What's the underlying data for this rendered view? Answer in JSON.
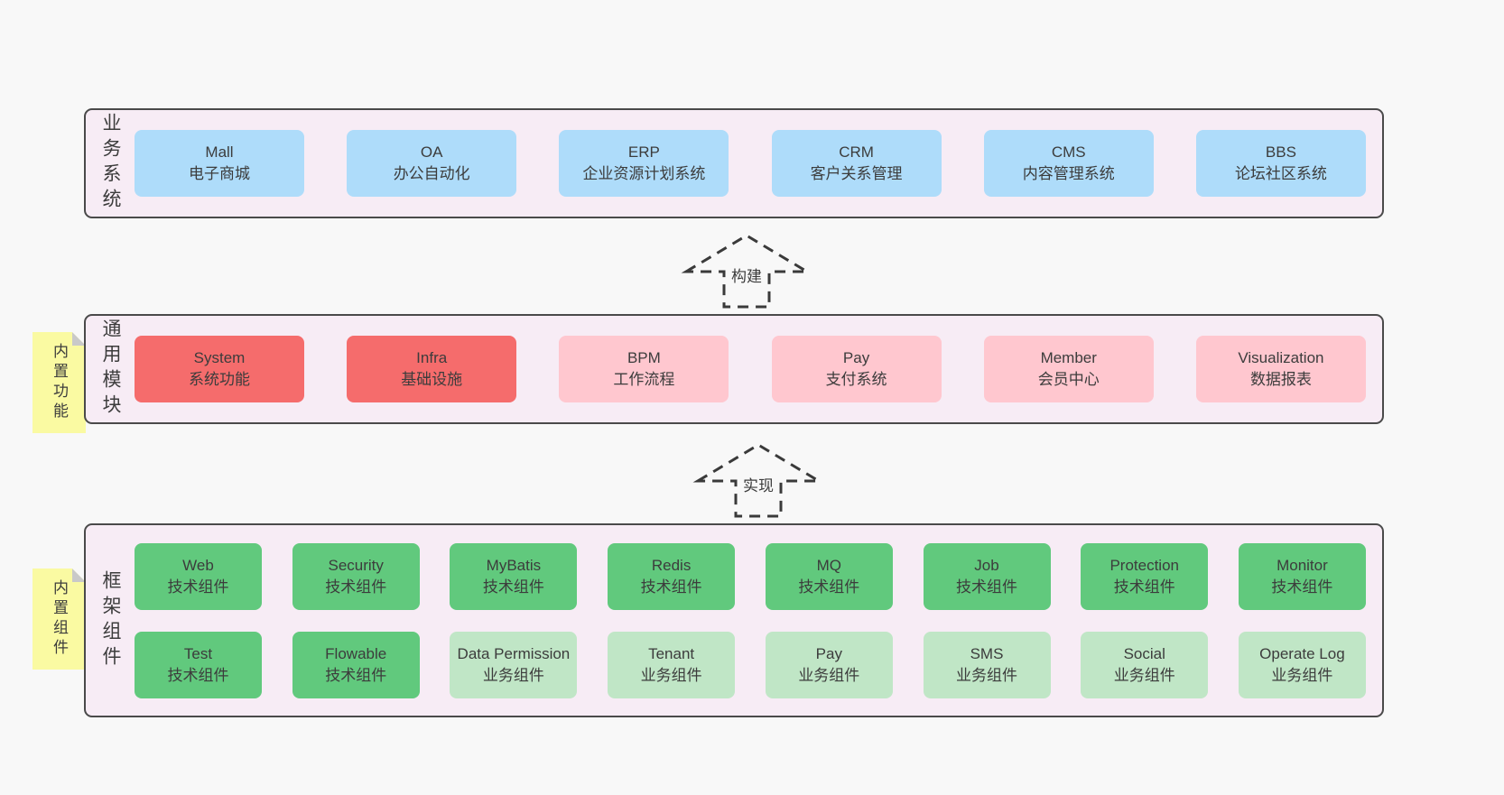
{
  "colors": {
    "page_bg": "#f8f8f8",
    "panel_bg": "#f7ecf5",
    "panel_border": "#4a4a4a",
    "blue": "#aedcfa",
    "red": "#f56c6c",
    "pink": "#ffc7cf",
    "green": "#61c97d",
    "light_green": "#c0e6c6",
    "sticky_yellow": "#fafaa2",
    "sticky_fold": "#c9c9c9",
    "text": "#3c3c3c",
    "arrow_stroke": "#3a3a3a"
  },
  "sections": [
    {
      "id": "business-systems",
      "label": "业务系统",
      "rows": [
        [
          {
            "title": "Mall",
            "subtitle": "电子商城",
            "variant": "blue"
          },
          {
            "title": "OA",
            "subtitle": "办公自动化",
            "variant": "blue"
          },
          {
            "title": "ERP",
            "subtitle": "企业资源计划系统",
            "variant": "blue"
          },
          {
            "title": "CRM",
            "subtitle": "客户关系管理",
            "variant": "blue"
          },
          {
            "title": "CMS",
            "subtitle": "内容管理系统",
            "variant": "blue"
          },
          {
            "title": "BBS",
            "subtitle": "论坛社区系统",
            "variant": "blue"
          }
        ]
      ]
    },
    {
      "id": "common-modules",
      "label": "通用模块",
      "sticky": "内置功能",
      "rows": [
        [
          {
            "title": "System",
            "subtitle": "系统功能",
            "variant": "red"
          },
          {
            "title": "Infra",
            "subtitle": "基础设施",
            "variant": "red"
          },
          {
            "title": "BPM",
            "subtitle": "工作流程",
            "variant": "pink"
          },
          {
            "title": "Pay",
            "subtitle": "支付系统",
            "variant": "pink"
          },
          {
            "title": "Member",
            "subtitle": "会员中心",
            "variant": "pink"
          },
          {
            "title": "Visualization",
            "subtitle": "数据报表",
            "variant": "pink"
          }
        ]
      ]
    },
    {
      "id": "framework-components",
      "label": "框架组件",
      "sticky": "内置组件",
      "rows": [
        [
          {
            "title": "Web",
            "subtitle": "技术组件",
            "variant": "green"
          },
          {
            "title": "Security",
            "subtitle": "技术组件",
            "variant": "green"
          },
          {
            "title": "MyBatis",
            "subtitle": "技术组件",
            "variant": "green"
          },
          {
            "title": "Redis",
            "subtitle": "技术组件",
            "variant": "green"
          },
          {
            "title": "MQ",
            "subtitle": "技术组件",
            "variant": "green"
          },
          {
            "title": "Job",
            "subtitle": "技术组件",
            "variant": "green"
          },
          {
            "title": "Protection",
            "subtitle": "技术组件",
            "variant": "green"
          },
          {
            "title": "Monitor",
            "subtitle": "技术组件",
            "variant": "green"
          }
        ],
        [
          {
            "title": "Test",
            "subtitle": "技术组件",
            "variant": "green"
          },
          {
            "title": "Flowable",
            "subtitle": "技术组件",
            "variant": "green"
          },
          {
            "title": "Data Permission",
            "subtitle": "业务组件",
            "variant": "lightgreen"
          },
          {
            "title": "Tenant",
            "subtitle": "业务组件",
            "variant": "lightgreen"
          },
          {
            "title": "Pay",
            "subtitle": "业务组件",
            "variant": "lightgreen"
          },
          {
            "title": "SMS",
            "subtitle": "业务组件",
            "variant": "lightgreen"
          },
          {
            "title": "Social",
            "subtitle": "业务组件",
            "variant": "lightgreen"
          },
          {
            "title": "Operate Log",
            "subtitle": "业务组件",
            "variant": "lightgreen"
          }
        ]
      ]
    }
  ],
  "arrows": [
    {
      "label": "构建"
    },
    {
      "label": "实现"
    }
  ]
}
